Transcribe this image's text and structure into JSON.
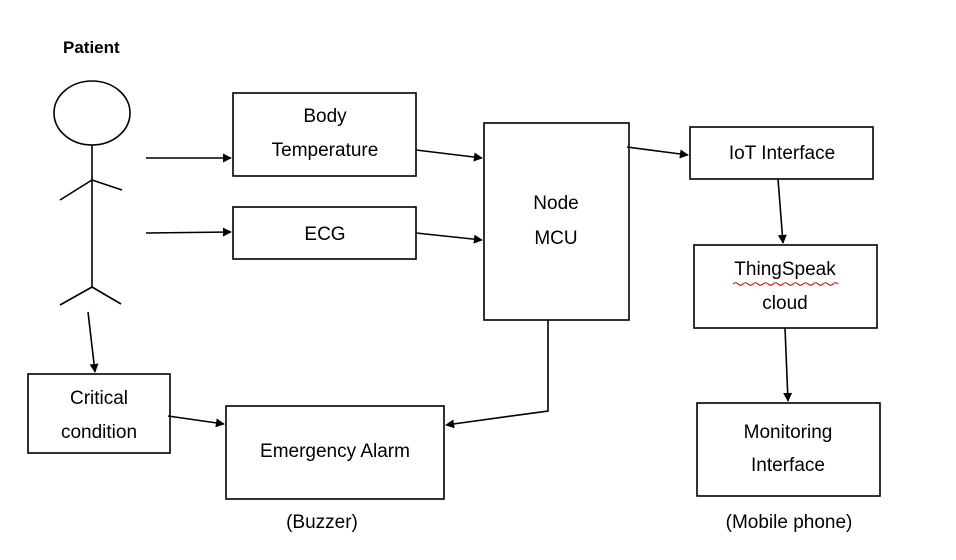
{
  "patient_label": "Patient",
  "nodes": {
    "body_temp": [
      "Body",
      "Temperature"
    ],
    "ecg": [
      "ECG"
    ],
    "node_mcu": [
      "Node",
      "MCU"
    ],
    "iot": [
      "IoT Interface"
    ],
    "thingspeak": [
      "ThingSpeak",
      "cloud"
    ],
    "monitoring": [
      "Monitoring",
      "Interface"
    ],
    "critical": [
      "Critical",
      "condition"
    ],
    "alarm": [
      "Emergency Alarm"
    ]
  },
  "captions": {
    "alarm": "(Buzzer)",
    "monitoring": "(Mobile phone)"
  },
  "colors": {
    "stroke": "#000000",
    "spellcheck_underline": "#d00000"
  }
}
